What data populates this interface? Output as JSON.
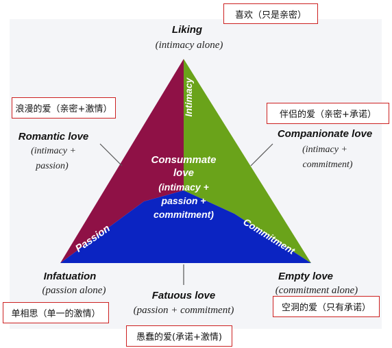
{
  "colors": {
    "intimacy": "#8f1146",
    "commitment": "#6aa31a",
    "passion": "#0b24c2",
    "caption_border": "#cc1f1f",
    "background_panel": "#f4f5f8"
  },
  "captions": {
    "liking": "喜欢（只是亲密）",
    "romantic": "浪漫的爱（亲密+激情）",
    "companionate": "伴侣的爱（亲密+承诺）",
    "infatuation": "单相思（单一的激情）",
    "empty": "空洞的爱（只有承诺）",
    "fatuous": "愚蠢的爱(承诺+激情)"
  },
  "labels": {
    "liking": {
      "title": "Liking",
      "sub": "(intimacy alone)"
    },
    "romantic": {
      "title": "Romantic love",
      "sub1": "(intimacy +",
      "sub2": "passion)"
    },
    "companionate": {
      "title": "Companionate love",
      "sub1": "(intimacy +",
      "sub2": "commitment)"
    },
    "infatuation": {
      "title": "Infatuation",
      "sub": "(passion alone)"
    },
    "empty": {
      "title": "Empty love",
      "sub": "(commitment alone)"
    },
    "fatuous": {
      "title": "Fatuous love",
      "sub": "(passion + commitment)"
    }
  },
  "triangle": {
    "intimacy": "Intimacy",
    "passion": "Passion",
    "commitment": "Commitment",
    "center": {
      "line1": "Consummate",
      "line2": "love",
      "line3": "(intimacy +",
      "line4": "passion +",
      "line5": "commitment)"
    }
  }
}
